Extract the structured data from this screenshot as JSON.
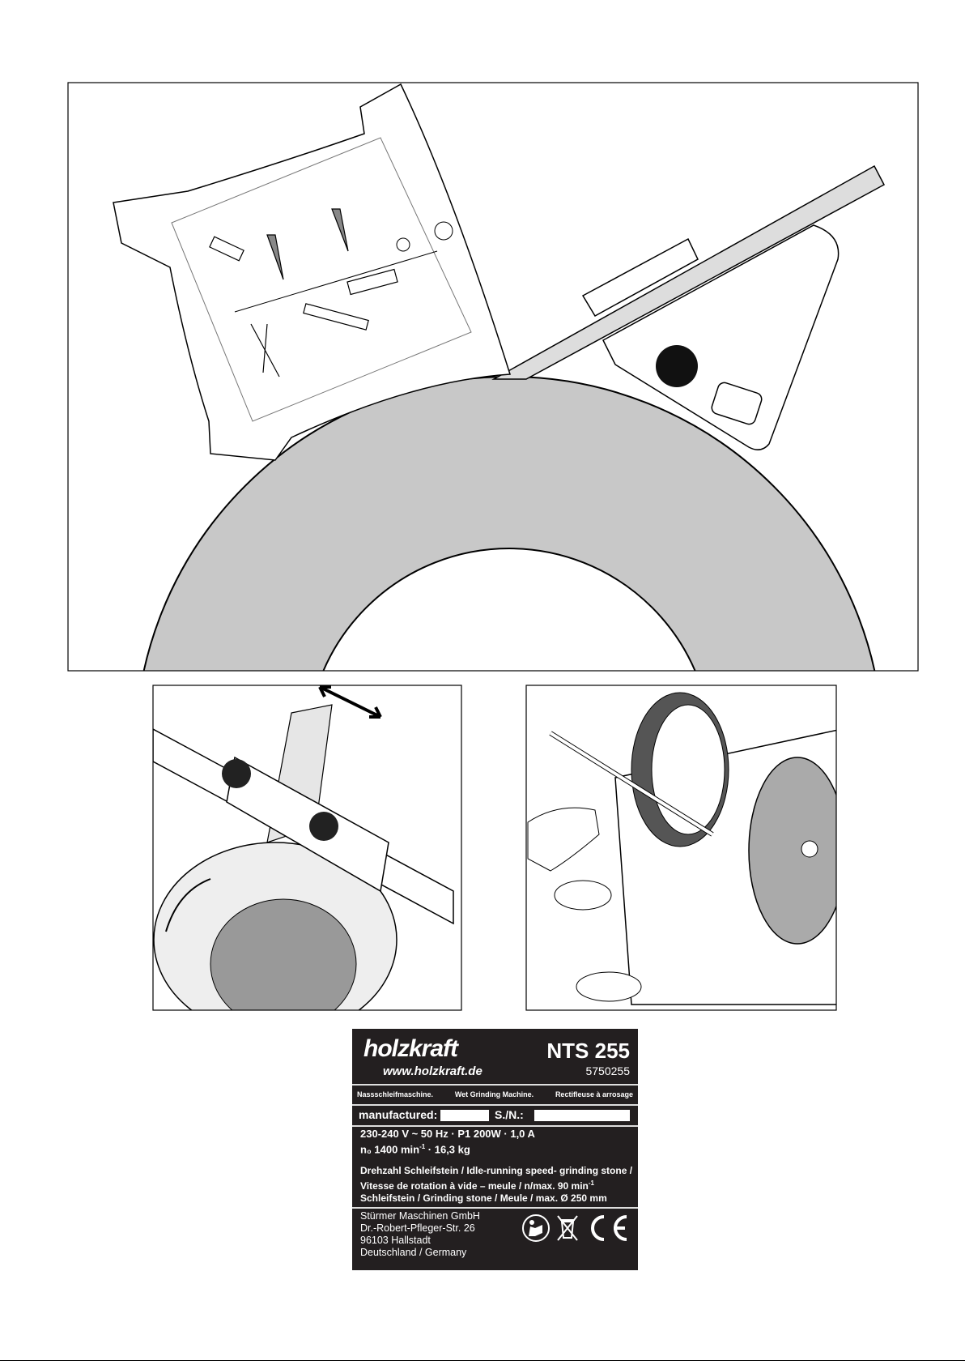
{
  "nameplate": {
    "brand": "holzkraft",
    "website": "www.holzkraft.de",
    "model": "NTS 255",
    "article_number": "5750255",
    "names": [
      "Nassschleifmaschine.",
      "Wet Grinding Machine.",
      "Rectifleuse à arrosage"
    ],
    "manufactured_label": "manufactured:",
    "serial_label": "S./N.:",
    "specs_line1": "230-240 V ~ 50 Hz · P1 200W · 1,0 A",
    "specs_line2_prefix": "n₀ 1400 min",
    "specs_line2_sup": "-1",
    "specs_line2_suffix": " · 16,3 kg",
    "speed_line1": "Drehzahl Schleifstein / Idle-running speed- grinding stone /",
    "speed_line2_prefix": "Vitesse de rotation à vide – meule /  n/max. 90 min",
    "speed_line2_sup": "-1",
    "speed_line3": "Schleifstein / Grinding stone / Meule / max. Ø 250 mm",
    "address": [
      "Stürmer Maschinen GmbH",
      "Dr.-Robert-Pfleger-Str. 26",
      "96103 Hallstadt",
      "Deutschland / Germany"
    ]
  }
}
